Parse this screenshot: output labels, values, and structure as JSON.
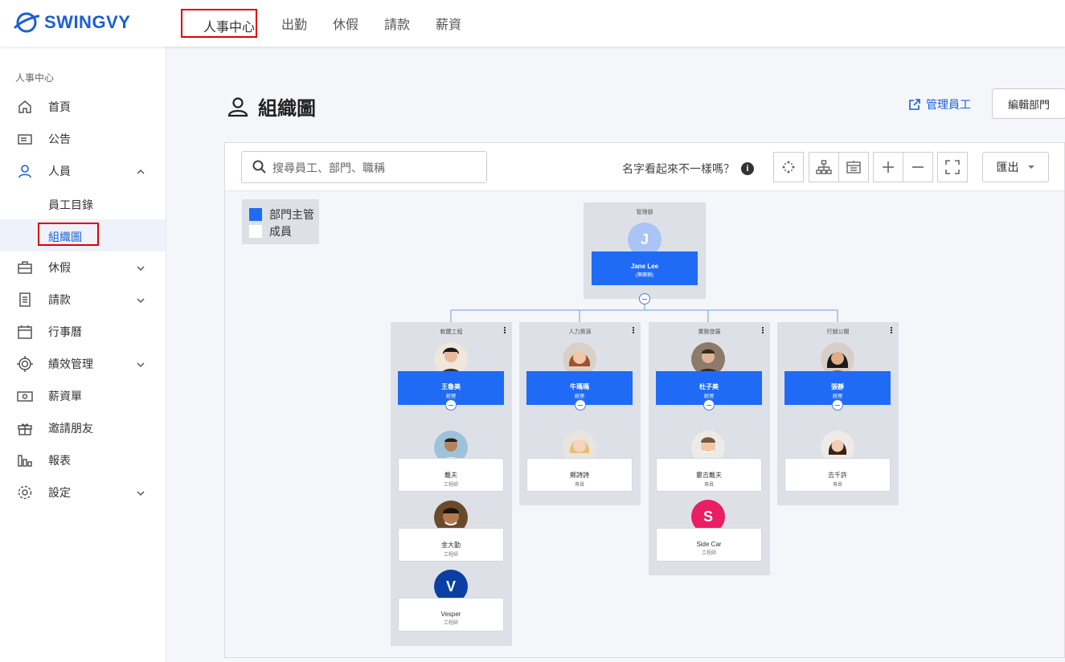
{
  "brand": {
    "name": "SWINGVY"
  },
  "topnav": [
    "人事中心",
    "出勤",
    "休假",
    "請款",
    "薪資"
  ],
  "sidebar": {
    "heading": "人事中心",
    "items": [
      {
        "label": "首頁"
      },
      {
        "label": "公告"
      },
      {
        "label": "人員"
      },
      {
        "label": "員工目錄"
      },
      {
        "label": "組織圖"
      },
      {
        "label": "休假"
      },
      {
        "label": "請款"
      },
      {
        "label": "行事曆"
      },
      {
        "label": "績效管理"
      },
      {
        "label": "薪資單"
      },
      {
        "label": "邀請朋友"
      },
      {
        "label": "報表"
      },
      {
        "label": "設定"
      }
    ]
  },
  "page": {
    "title": "組織圖",
    "manage_label": "管理員工",
    "edit_label": "編輯部門"
  },
  "toolbar": {
    "search_placeholder": "搜尋員工、部門、職稱",
    "hint": "名字看起來不一樣嗎？",
    "export_label": "匯出"
  },
  "legend": {
    "manager": "部門主管",
    "member": "成員"
  },
  "colors": {
    "brand": "#1b5fd6",
    "manager_card": "#1f6bf5",
    "dept_bg": "#dde1e7"
  },
  "org": {
    "root": {
      "dept": "管理部",
      "avatar_letter": "J",
      "name": "Jane Lee",
      "role": "(無職稱)"
    },
    "depts": [
      {
        "dept": "軟體工程",
        "head": {
          "name": "王魯美",
          "role": "經理"
        },
        "members": [
          {
            "name": "戴夫",
            "role": "工程師"
          },
          {
            "name": "金大勤",
            "role": "工程師"
          },
          {
            "name": "Vesper",
            "role": "工程師",
            "avatar_letter": "V"
          }
        ]
      },
      {
        "dept": "人力資源",
        "head": {
          "name": "牛瑪瑪",
          "role": "經理"
        },
        "members": [
          {
            "name": "鄭詩詩",
            "role": "專員"
          }
        ]
      },
      {
        "dept": "業務發展",
        "head": {
          "name": "杜子美",
          "role": "經理"
        },
        "members": [
          {
            "name": "婁吉戴夫",
            "role": "專員"
          },
          {
            "name": "Side Car",
            "role": "工程師",
            "avatar_letter": "S"
          }
        ]
      },
      {
        "dept": "行銷公關",
        "head": {
          "name": "張靜",
          "role": "經理"
        },
        "members": [
          {
            "name": "吉千許",
            "role": "專員"
          }
        ]
      }
    ]
  }
}
